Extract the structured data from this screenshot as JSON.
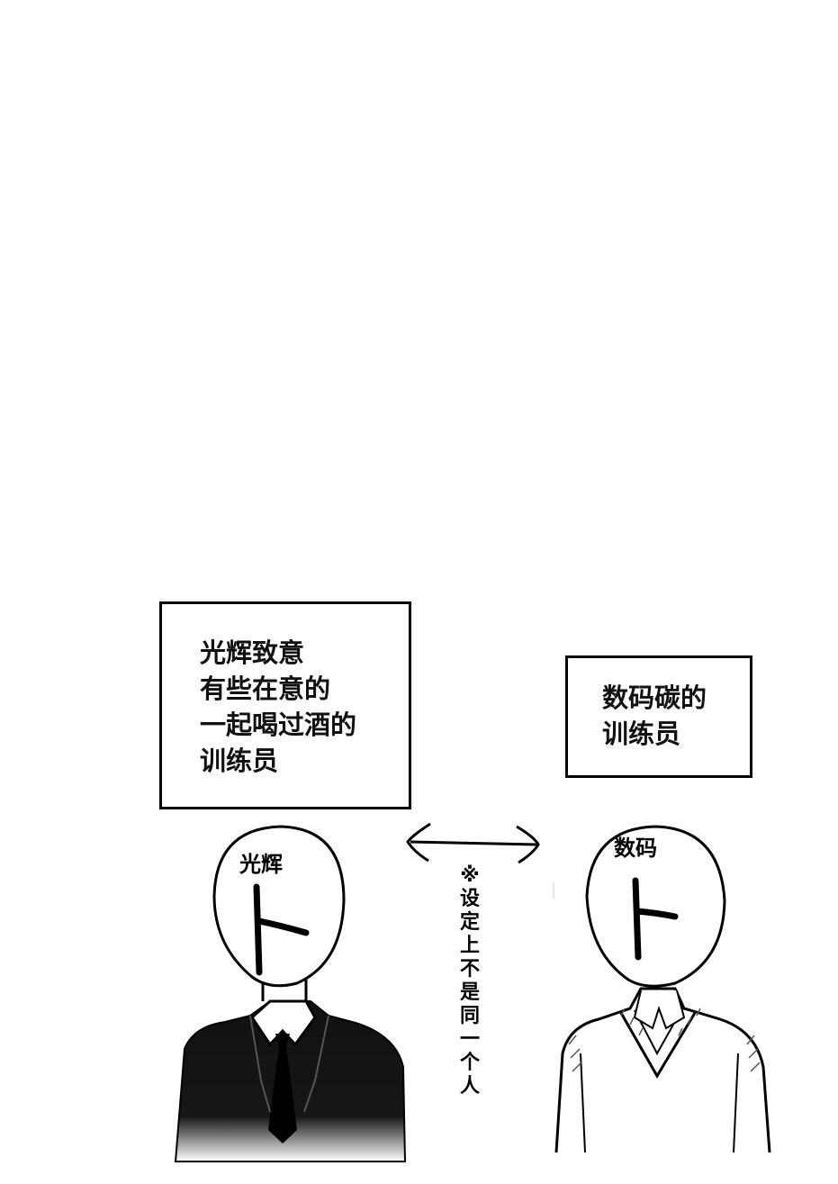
{
  "left_box": {
    "lines": [
      "光辉致意",
      "有些在意的",
      "一起喝过酒的",
      "训练员"
    ]
  },
  "right_box": {
    "lines": [
      "数码碳的",
      "训练员"
    ]
  },
  "left_character": {
    "head_label": "光辉",
    "face_mark": "卜"
  },
  "right_character": {
    "head_label": "数码",
    "face_mark": "卜"
  },
  "side_note": {
    "chars": [
      "※",
      "设",
      "定",
      "上",
      "不",
      "是",
      "同",
      "一",
      "个",
      "人"
    ]
  }
}
